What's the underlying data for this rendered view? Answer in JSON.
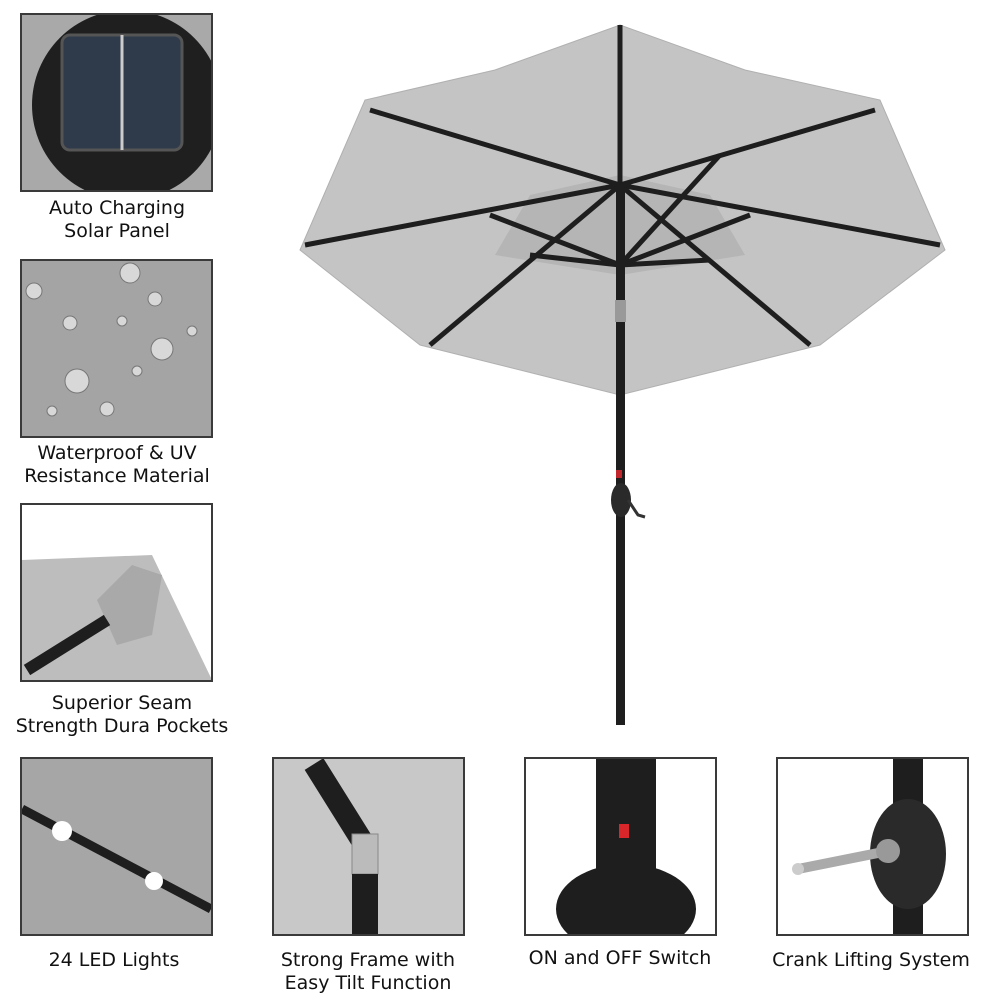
{
  "features": [
    {
      "line1": "Auto Charging",
      "line2": "Solar Panel"
    },
    {
      "line1": "Waterproof & UV",
      "line2": "Resistance Material"
    },
    {
      "line1": "Superior Seam",
      "line2": "Strength Dura Pockets"
    },
    {
      "line1": "24 LED Lights",
      "line2": ""
    },
    {
      "line1": "Strong Frame with",
      "line2": "Easy Tilt Function"
    },
    {
      "line1": "ON and OFF Switch",
      "line2": ""
    },
    {
      "line1": "Crank Lifting System",
      "line2": ""
    }
  ],
  "colors": {
    "canopy": "#c4c4c4",
    "frame": "#1e1e1e",
    "border": "#3a3a3a"
  }
}
